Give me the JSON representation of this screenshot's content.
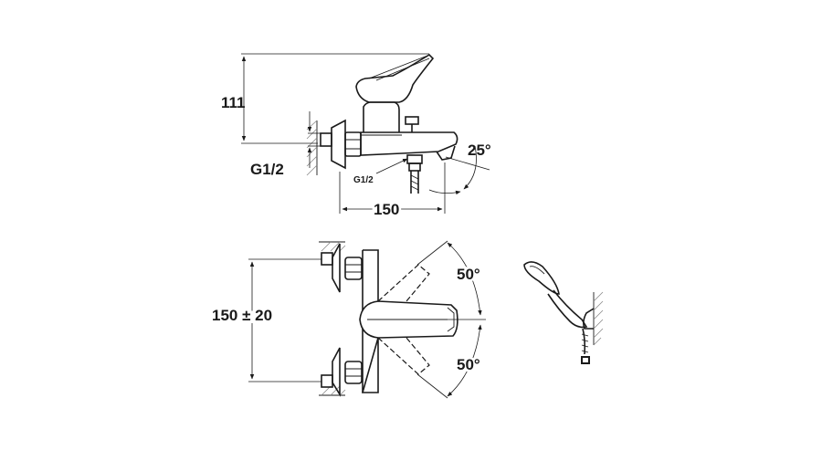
{
  "dimensions": {
    "height_top": "111",
    "thread_left": "G1/2",
    "thread_outlet": "G1/2",
    "width_top": "150",
    "spout_angle": "25°",
    "spacing": "150 ± 20",
    "lever_angle_up": "50°",
    "lever_angle_down": "50°"
  }
}
